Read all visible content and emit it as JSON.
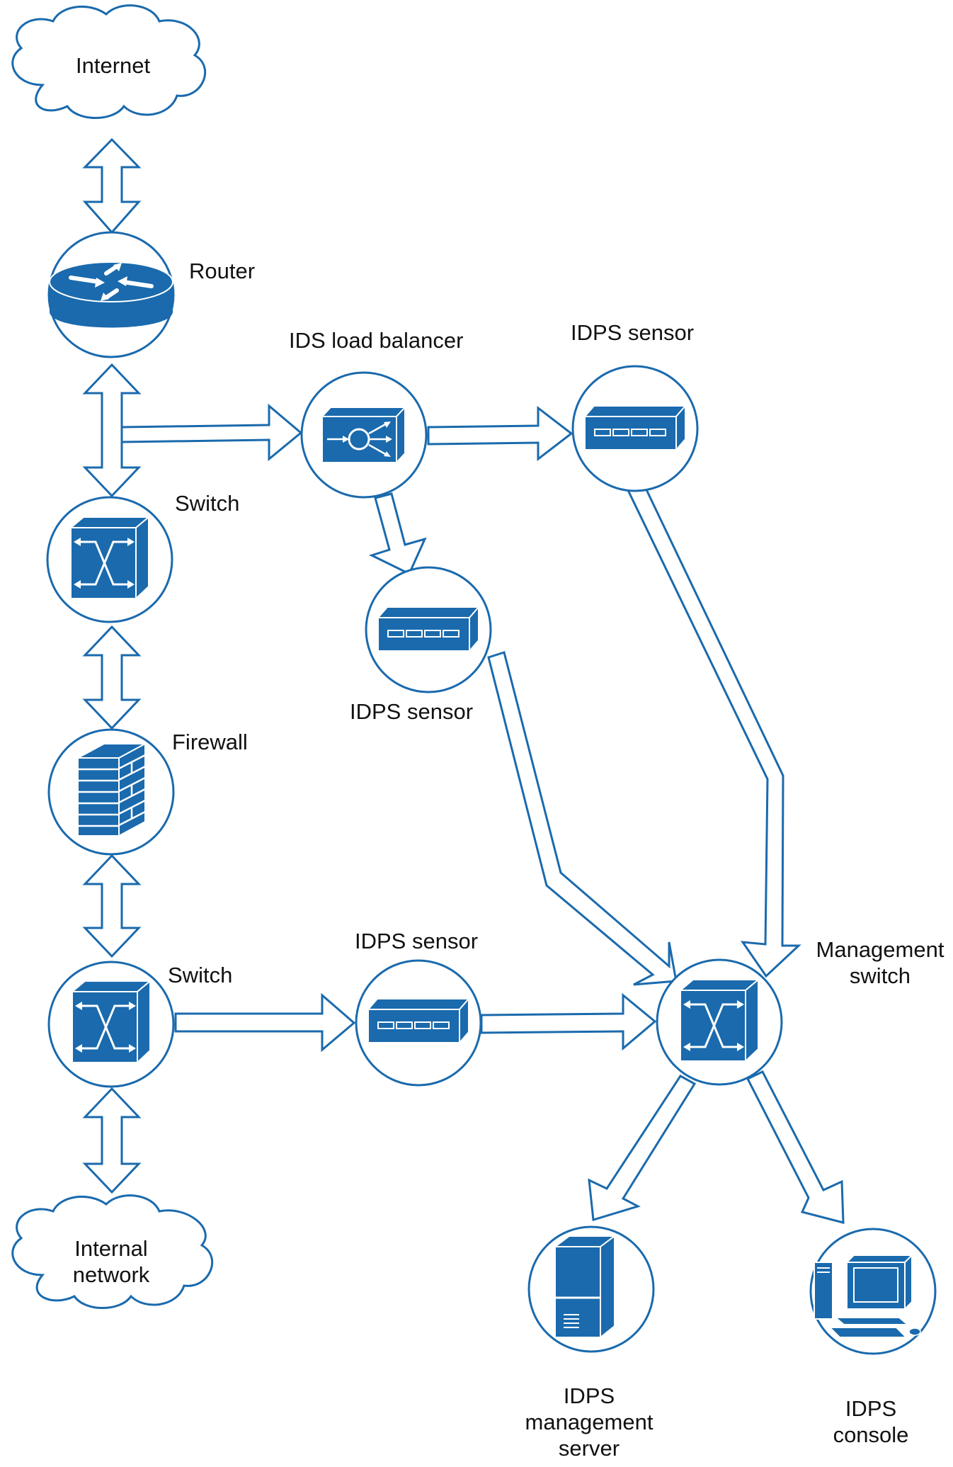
{
  "colors": {
    "primary": "#1a6aad",
    "white": "#ffffff",
    "text": "#111111"
  },
  "labels": {
    "internet": "Internet",
    "router": "Router",
    "switch_top": "Switch",
    "firewall": "Firewall",
    "switch_bottom": "Switch",
    "internal_network": [
      "Internal",
      "network"
    ],
    "ids_load_balancer": "IDS load balancer",
    "idps_sensor_right": "IDPS sensor",
    "idps_sensor_middle": "IDPS sensor",
    "idps_sensor_bottom": "IDPS sensor",
    "management_switch": [
      "Management",
      "switch"
    ],
    "idps_management_server": [
      "IDPS",
      "management",
      "server"
    ],
    "idps_console": [
      "IDPS",
      "console"
    ]
  },
  "icons": {
    "internet": "cloud-icon",
    "internal_network": "cloud-icon",
    "router": "router-icon",
    "switch": "switch-icon",
    "firewall": "firewall-icon",
    "load_balancer": "load-balancer-icon",
    "sensor": "sensor-appliance-icon",
    "server": "server-icon",
    "console": "workstation-icon"
  },
  "connections": [
    {
      "from": "internet",
      "to": "router",
      "direction": "both"
    },
    {
      "from": "router",
      "to": "switch_top",
      "direction": "both"
    },
    {
      "from": "router",
      "to": "ids_load_balancer",
      "direction": "forward"
    },
    {
      "from": "ids_load_balancer",
      "to": "idps_sensor_right",
      "direction": "forward"
    },
    {
      "from": "ids_load_balancer",
      "to": "idps_sensor_middle",
      "direction": "forward"
    },
    {
      "from": "switch_top",
      "to": "firewall",
      "direction": "both"
    },
    {
      "from": "firewall",
      "to": "switch_bottom",
      "direction": "both"
    },
    {
      "from": "switch_bottom",
      "to": "internal_network",
      "direction": "both"
    },
    {
      "from": "switch_bottom",
      "to": "idps_sensor_bottom",
      "direction": "forward"
    },
    {
      "from": "idps_sensor_bottom",
      "to": "management_switch",
      "direction": "forward"
    },
    {
      "from": "idps_sensor_middle",
      "to": "management_switch",
      "direction": "forward"
    },
    {
      "from": "idps_sensor_right",
      "to": "management_switch",
      "direction": "forward"
    },
    {
      "from": "management_switch",
      "to": "idps_management_server",
      "direction": "forward"
    },
    {
      "from": "management_switch",
      "to": "idps_console",
      "direction": "forward"
    }
  ]
}
